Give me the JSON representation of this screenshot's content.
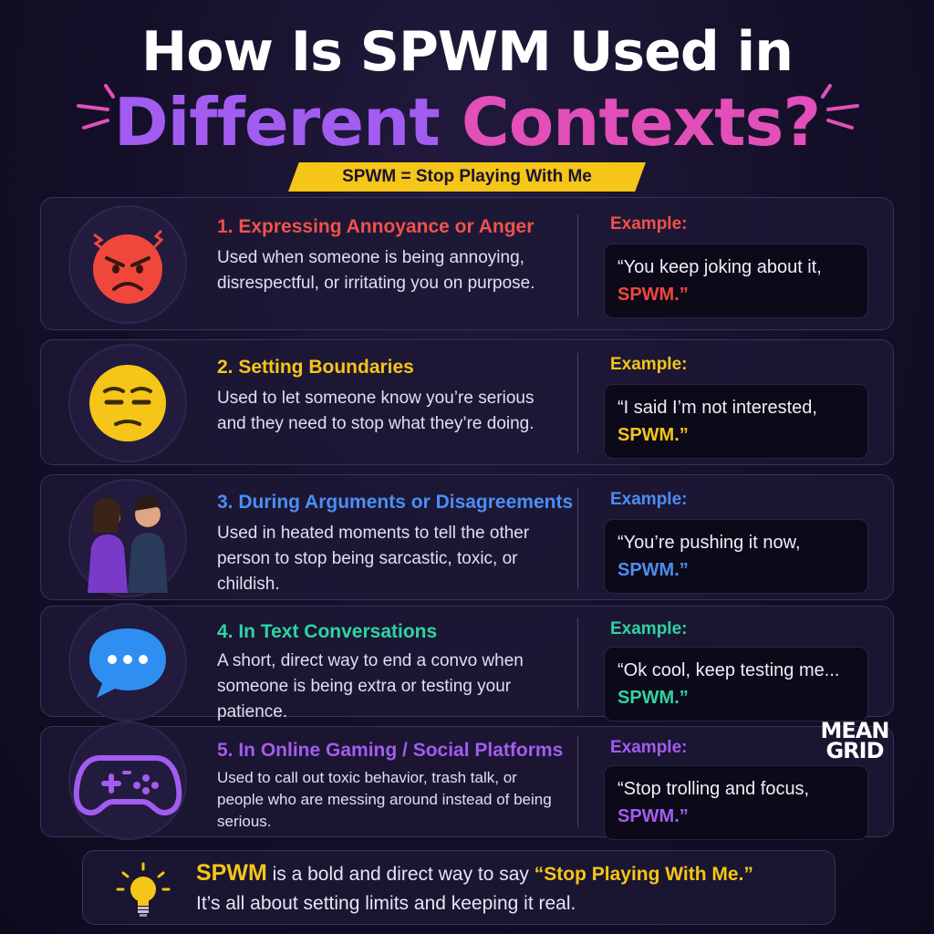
{
  "header": {
    "title_line1": "How Is SPWM Used in",
    "title_word1": "Different",
    "title_word2": "Contexts?",
    "subtitle": "SPWM = Stop Playing With Me",
    "colors": {
      "purple": "#a35cf0",
      "pink": "#e24fb8",
      "yellow": "#f5c518"
    }
  },
  "contexts": [
    {
      "title": "1. Expressing Annoyance or Anger",
      "description": "Used when someone is being annoying, disrespectful, or irritating you on purpose.",
      "example_label": "Example:",
      "example_text": "“You keep joking about it,",
      "example_keyword": "SPWM.”",
      "accent": "#f0524a",
      "icon": "angry-face-icon"
    },
    {
      "title": "2. Setting Boundaries",
      "description": "Used to let someone know you’re serious and they need to stop what they’re doing.",
      "example_label": "Example:",
      "example_text": "“I said I’m not interested,",
      "example_keyword": "SPWM.”",
      "accent": "#f5c518",
      "icon": "unamused-face-icon"
    },
    {
      "title": "3. During Arguments or Disagreements",
      "description": "Used in heated moments to tell the other person to stop being sarcastic, toxic, or childish.",
      "example_label": "Example:",
      "example_text": "“You’re pushing it now,",
      "example_keyword": "SPWM.”",
      "accent": "#4b8ef5",
      "icon": "arguing-couple-icon"
    },
    {
      "title": "4. In Text Conversations",
      "description": "A short, direct way to end a convo when someone is being extra or testing your patience.",
      "example_label": "Example:",
      "example_text": "“Ok cool, keep testing me...",
      "example_keyword": "SPWM.”",
      "accent": "#2fd3a4",
      "icon": "chat-bubble-icon"
    },
    {
      "title": "5. In Online Gaming / Social Platforms",
      "description": "Used to call out toxic behavior, trash talk, or people who are messing around instead of being serious.",
      "example_label": "Example:",
      "example_text": "“Stop trolling and focus,",
      "example_keyword": "SPWM.”",
      "accent": "#a35cf0",
      "icon": "game-controller-icon"
    }
  ],
  "logo": {
    "line1": "MEAN",
    "line2": "GRID"
  },
  "footer": {
    "keyword": "SPWM",
    "line1_mid": " is a bold and direct way to say ",
    "line1_quote": "“Stop Playing With Me.”",
    "line2": "It’s all about setting limits and keeping it real.",
    "icon": "lightbulb-icon"
  }
}
